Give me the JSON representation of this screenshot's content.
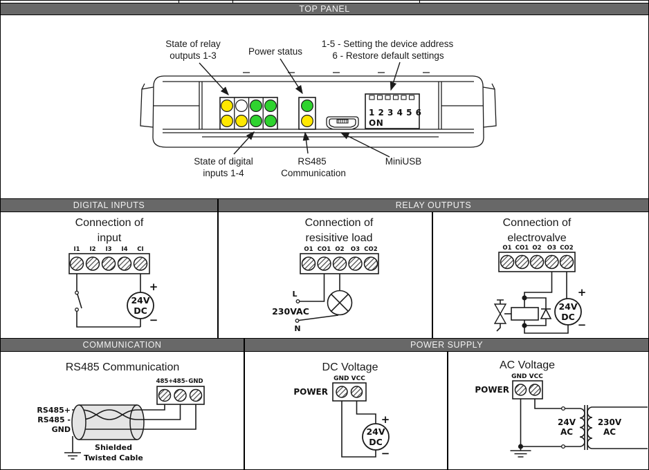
{
  "colors": {
    "header_bg": "#686868",
    "header_text": "#f2f2f2",
    "line": "#1a1a1a",
    "led_green": "#2fd32f",
    "led_yellow": "#ffe800",
    "led_white": "#ffffff",
    "cable_fill": "#e4e4e4"
  },
  "top_panel": {
    "title": "TOP PANEL",
    "annotations": {
      "relay_line1": "State of relay",
      "relay_line2": "outputs 1-3",
      "power": "Power status",
      "dip_line1": "1-5 - Setting the device address",
      "dip_line2": "6 - Restore default settings",
      "digital_line1": "State of digital",
      "digital_line2": "inputs 1-4",
      "rs485_line1": "RS485",
      "rs485_line2": "Communication",
      "miniusb": "MiniUSB"
    },
    "dip_switch": {
      "numbers": "1 2 3 4 5 6",
      "on_label": "ON"
    },
    "leds": {
      "digital_top": [
        "#ffe800",
        "#ffffff",
        "#2fd32f",
        "#2fd32f"
      ],
      "digital_bottom": [
        "#ffe800",
        "#ffe800",
        "#2fd32f",
        "#2fd32f"
      ],
      "comm_top": "#2fd32f",
      "comm_bottom": "#ffe800"
    }
  },
  "sections": {
    "digital_inputs": "DIGITAL INPUTS",
    "relay_outputs": "RELAY OUTPUTS",
    "communication": "COMMUNICATION",
    "power_supply": "POWER SUPPLY"
  },
  "diagrams": {
    "input": {
      "title_line1": "Connection of",
      "title_line2": "input",
      "terminals": [
        "I1",
        "I2",
        "I3",
        "I4",
        "CI"
      ],
      "source_line1": "24V",
      "source_line2": "DC",
      "plus": "+",
      "minus": "−"
    },
    "resistive_load": {
      "title_line1": "Connection of",
      "title_line2": "resisitive load",
      "terminals": [
        "O1",
        "CO1",
        "O2",
        "O3",
        "CO2"
      ],
      "live": "L",
      "voltage": "230VAC",
      "neutral": "N"
    },
    "electrovalve": {
      "title_line1": "Connection of",
      "title_line2": "electrovalve",
      "terminals": [
        "O1",
        "CO1",
        "O2",
        "O3",
        "CO2"
      ],
      "source_line1": "24V",
      "source_line2": "DC",
      "plus": "+",
      "minus": "−"
    },
    "rs485": {
      "title": "RS485 Communication",
      "terminals": [
        "485+",
        "485-",
        "GND"
      ],
      "wire_labels": [
        "RS485+",
        "RS485 -",
        "GND"
      ],
      "cable_line1": "Shielded",
      "cable_line2": "Twisted Cable"
    },
    "dc_voltage": {
      "title": "DC Voltage",
      "terminal_labels": "GND VCC",
      "power": "POWER",
      "source_line1": "24V",
      "source_line2": "DC",
      "plus": "+",
      "minus": "−"
    },
    "ac_voltage": {
      "title": "AC Voltage",
      "terminal_labels": "GND VCC",
      "power": "POWER",
      "primary_line1": "24V",
      "primary_line2": "AC",
      "secondary_line1": "230V",
      "secondary_line2": "AC"
    }
  }
}
